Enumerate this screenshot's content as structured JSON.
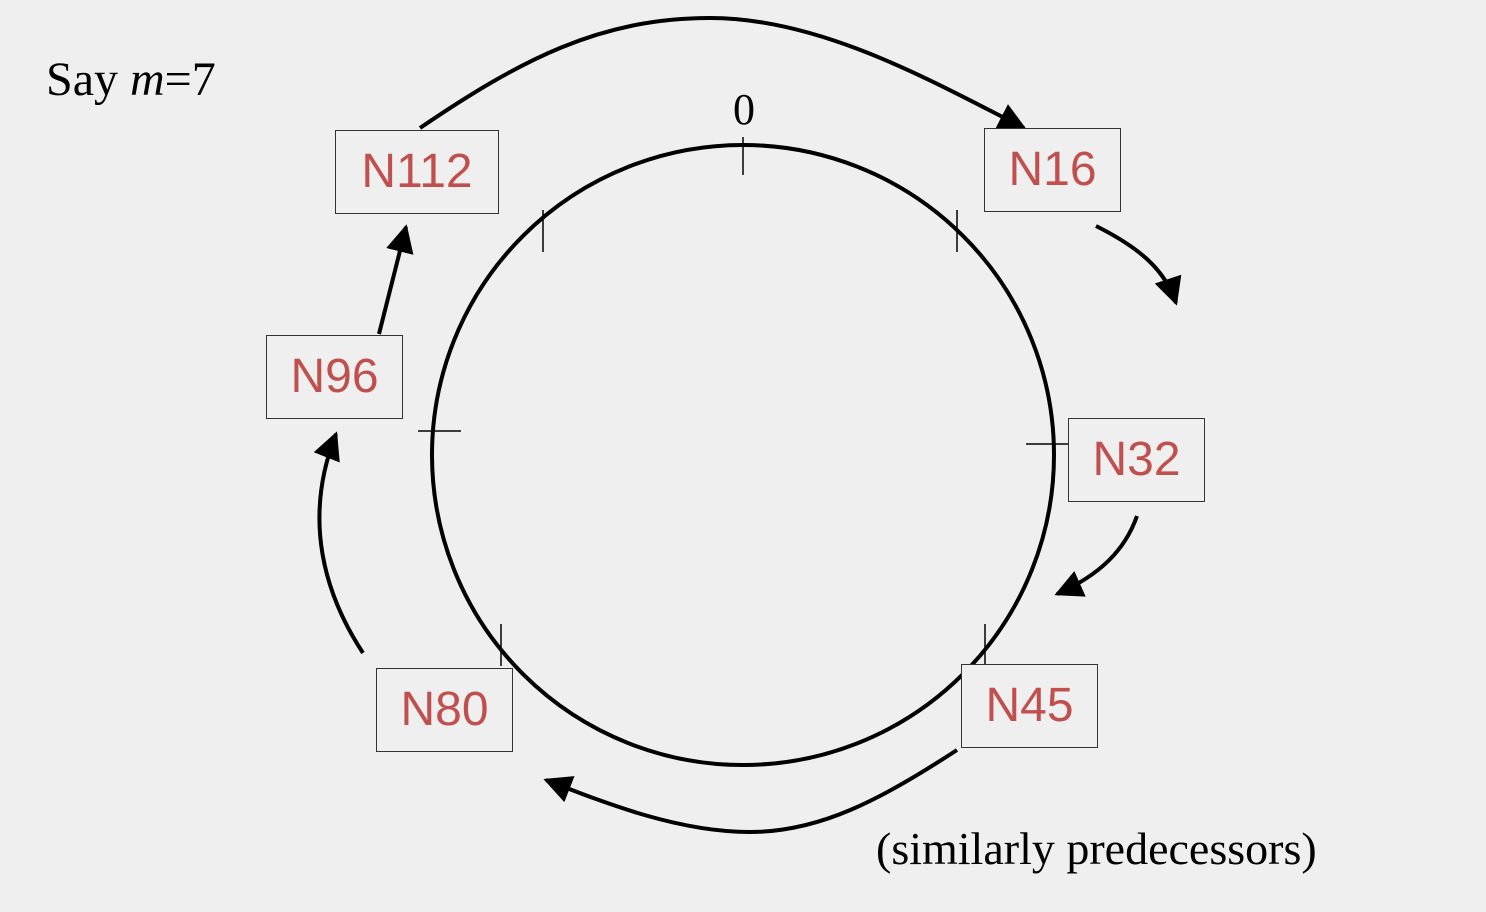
{
  "label": {
    "prefix": "Say ",
    "var": "m",
    "eq": "=7"
  },
  "ring": {
    "zero_label": "0"
  },
  "nodes": [
    {
      "id": "n16",
      "label": "N16"
    },
    {
      "id": "n32",
      "label": "N32"
    },
    {
      "id": "n45",
      "label": "N45"
    },
    {
      "id": "n80",
      "label": "N80"
    },
    {
      "id": "n96",
      "label": "N96"
    },
    {
      "id": "n112",
      "label": "N112"
    }
  ],
  "note": "(similarly predecessors)"
}
